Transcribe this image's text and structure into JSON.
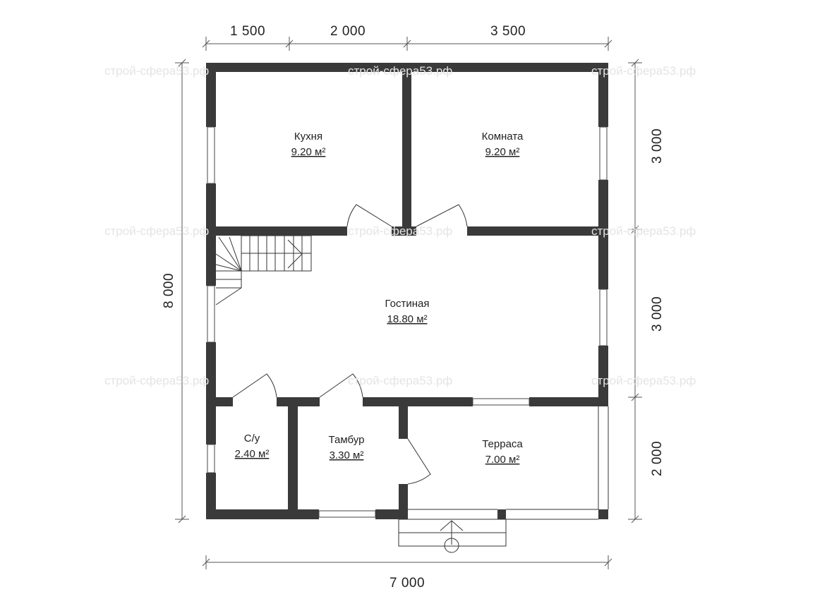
{
  "watermark": "строй-сфера53.рф",
  "dimensions": {
    "top": [
      "1 500",
      "2 000",
      "3 500"
    ],
    "left": "8 000",
    "right": [
      "3 000",
      "3 000",
      "2 000"
    ],
    "bottom": "7 000"
  },
  "rooms": [
    {
      "name": "Кухня",
      "area": "9.20 м²"
    },
    {
      "name": "Комната",
      "area": "9.20 м²"
    },
    {
      "name": "Гостиная",
      "area": "18.80 м²"
    },
    {
      "name": "С/у",
      "area": "2.40 м²"
    },
    {
      "name": "Тамбур",
      "area": "3.30 м²"
    },
    {
      "name": "Терраса",
      "area": "7.00 м²"
    }
  ]
}
